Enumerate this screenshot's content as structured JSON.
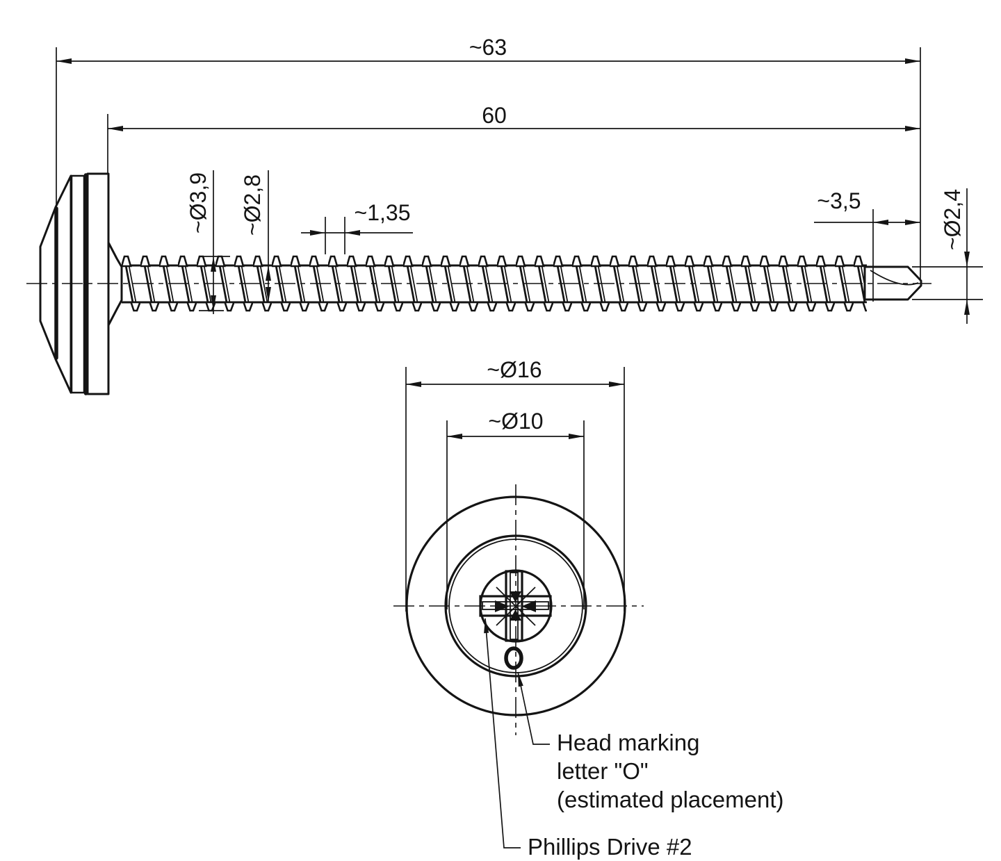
{
  "drawing": {
    "side_view": {
      "dim_overall_length": "~63",
      "dim_thread_length": "60",
      "dim_thread_major_diameter": "~Ø3,9",
      "dim_thread_core_diameter": "~Ø2,8",
      "dim_thread_pitch": "~1,35",
      "dim_point_length": "~3,5",
      "dim_point_diameter": "~Ø2,4"
    },
    "front_view": {
      "dim_head_diameter": "~Ø16",
      "dim_recess_ring_diameter": "~Ø10"
    },
    "callouts": {
      "head_marking": [
        "Head marking",
        "letter \"O\"",
        "(estimated placement)"
      ],
      "drive_type": "Phillips Drive #2"
    },
    "colors": {
      "ink": "#141414",
      "background": "#ffffff"
    }
  }
}
